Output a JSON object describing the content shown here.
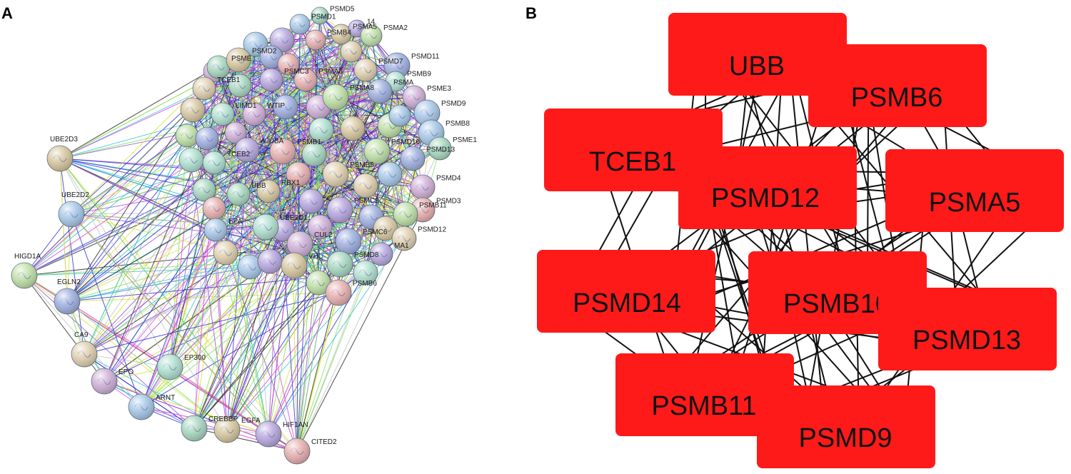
{
  "panels": {
    "a": {
      "letter": "A",
      "nodes": [
        {
          "id": "PSMD1",
          "label": "PSMD1"
        },
        {
          "id": "PSMD5",
          "label": "PSMD5"
        },
        {
          "id": "PSMA5",
          "label": "PSMA5"
        },
        {
          "id": "PSMD14",
          "label": "14"
        },
        {
          "id": "PSMB4",
          "label": "PSMB4"
        },
        {
          "id": "PSMA2",
          "label": "PSMA2"
        },
        {
          "id": "PSMD11",
          "label": "PSMD11"
        },
        {
          "id": "PSMD7",
          "label": "PSMD7"
        },
        {
          "id": "PSMB9",
          "label": "PSMB9"
        },
        {
          "id": "PSME3",
          "label": "PSME3"
        },
        {
          "id": "PSMD9",
          "label": "PSMD9"
        },
        {
          "id": "PSME",
          "label": "PSME"
        },
        {
          "id": "PSMD2",
          "label": "PSMD2"
        },
        {
          "id": "PSMC3",
          "label": "PSMC3"
        },
        {
          "id": "PSMA3",
          "label": "PSMA3"
        },
        {
          "id": "PSMA8",
          "label": "PSMA8"
        },
        {
          "id": "PSMA",
          "label": "PSMA"
        },
        {
          "id": "TCEB1",
          "label": "TCEB1"
        },
        {
          "id": "LIMD1",
          "label": "LIMD1"
        },
        {
          "id": "WTIP",
          "label": "WTIP"
        },
        {
          "id": "PSMB8",
          "label": "PSMB8"
        },
        {
          "id": "PSME1",
          "label": "PSME1"
        },
        {
          "id": "UBE2D3",
          "label": "UBE2D3"
        },
        {
          "id": "AJUBA",
          "label": "AJUBA"
        },
        {
          "id": "PSMB1",
          "label": "PSMB1"
        },
        {
          "id": "PSMD10",
          "label": "PSMD10"
        },
        {
          "id": "PSMD13",
          "label": "PSMD13"
        },
        {
          "id": "PSMB5",
          "label": "PSMB5"
        },
        {
          "id": "TCEB2",
          "label": "TCEB2"
        },
        {
          "id": "PSMD4",
          "label": "PSMD4"
        },
        {
          "id": "UBE2D2",
          "label": "UBE2D2"
        },
        {
          "id": "UBB",
          "label": "UBB"
        },
        {
          "id": "RBX1",
          "label": "RBX1"
        },
        {
          "id": "PSMC2",
          "label": "PSMC2"
        },
        {
          "id": "PSMD3",
          "label": "PSMD3"
        },
        {
          "id": "PSMB11",
          "label": "PSMB11"
        },
        {
          "id": "PSMC6",
          "label": "PSMC6"
        },
        {
          "id": "PSMD12",
          "label": "PSMD12"
        },
        {
          "id": "UBE2D1",
          "label": "UBE2D1"
        },
        {
          "id": "CUL2",
          "label": "CUL2"
        },
        {
          "id": "EPAS1",
          "label": "EPA"
        },
        {
          "id": "PSMD8",
          "label": "PSMD8"
        },
        {
          "id": "VHL",
          "label": "VHL"
        },
        {
          "id": "PSMA1",
          "label": "MA1"
        },
        {
          "id": "PSMB6",
          "label": "PSMB6"
        },
        {
          "id": "HIGD1A",
          "label": "HIGD1A"
        },
        {
          "id": "EGLN2",
          "label": "EGLN2"
        },
        {
          "id": "CA9",
          "label": "CA9"
        },
        {
          "id": "EP300",
          "label": "EP300"
        },
        {
          "id": "EPO",
          "label": "EPO"
        },
        {
          "id": "ARNT",
          "label": "ARNT"
        },
        {
          "id": "CREBBP",
          "label": "CREBBP"
        },
        {
          "id": "VEGFA",
          "label": "EGFA"
        },
        {
          "id": "HIF1AN",
          "label": "HIF1AN"
        },
        {
          "id": "CITED2",
          "label": "CITED2"
        }
      ]
    },
    "b": {
      "letter": "B",
      "nodes": [
        {
          "id": "UBB",
          "label": "UBB"
        },
        {
          "id": "PSMB6",
          "label": "PSMB6"
        },
        {
          "id": "TCEB1",
          "label": "TCEB1"
        },
        {
          "id": "PSMD12",
          "label": "PSMD12"
        },
        {
          "id": "PSMA5",
          "label": "PSMA5"
        },
        {
          "id": "PSMD14",
          "label": "PSMD14"
        },
        {
          "id": "PSMB10",
          "label": "PSMB10"
        },
        {
          "id": "PSMD13",
          "label": "PSMD13"
        },
        {
          "id": "PSMB11",
          "label": "PSMB11"
        },
        {
          "id": "PSMD9",
          "label": "PSMD9"
        }
      ],
      "node_color": "#ff1a1a",
      "edge_color": "#111111"
    }
  }
}
